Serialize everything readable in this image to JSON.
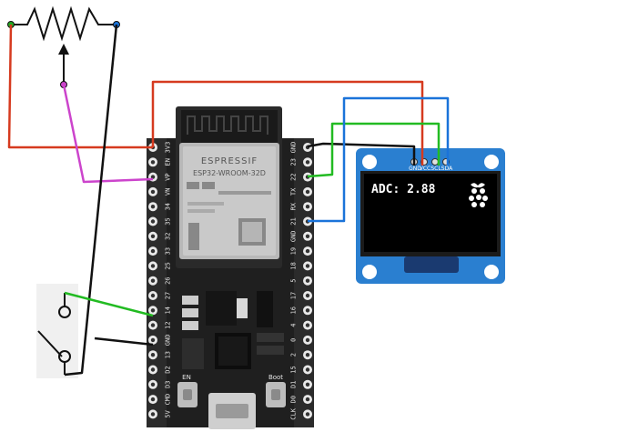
{
  "colors": {
    "wire_red": "#d63a1f",
    "wire_black": "#111111",
    "wire_magenta": "#cc44cc",
    "wire_green": "#22bb22",
    "wire_blue": "#1a73d9",
    "board": "#1f1f1f",
    "oled_pcb": "#2a7fd0",
    "oled_screen": "#000000"
  },
  "icons": [
    "potentiometer-symbol",
    "push-button-symbol",
    "esp32-module",
    "oled-display",
    "micro-usb-port"
  ],
  "esp32": {
    "brand": "ESPRESSIF",
    "model": "ESP32-WROOM-32D",
    "left_pins": [
      "3V3",
      "EN",
      "VP",
      "VN",
      "34",
      "35",
      "32",
      "33",
      "25",
      "26",
      "27",
      "14",
      "12",
      "GND",
      "13",
      "D2",
      "D3",
      "CMD",
      "5V"
    ],
    "right_pins": [
      "GND",
      "23",
      "22",
      "TX",
      "RX",
      "21",
      "GND",
      "19",
      "18",
      "5",
      "17",
      "16",
      "4",
      "0",
      "2",
      "15",
      "D1",
      "D0",
      "CLK"
    ],
    "btn_en": "EN",
    "btn_boot": "Boot"
  },
  "oled": {
    "pins": [
      "GND",
      "VCC",
      "SCL",
      "SDA"
    ],
    "text": "ADC: 2.88"
  }
}
